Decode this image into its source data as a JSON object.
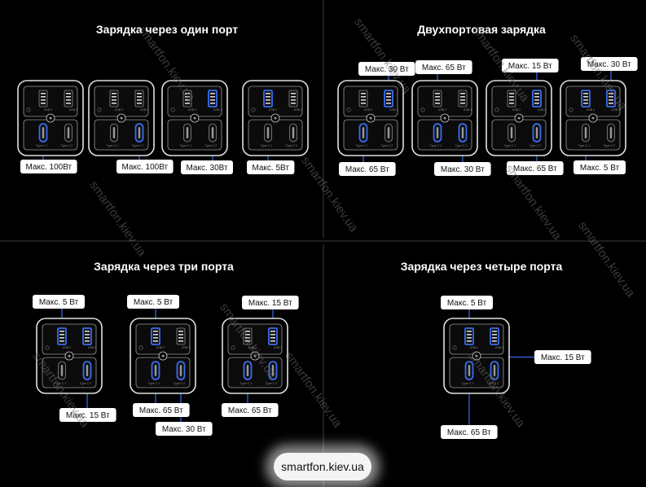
{
  "panels": [
    {
      "title": "Зарядка через один порт",
      "devices": [
        {
          "active": [
            "c1"
          ],
          "labels": [
            {
              "text": "Макс. 100Вт",
              "port": "c1"
            }
          ]
        },
        {
          "active": [
            "c2"
          ],
          "labels": [
            {
              "text": "Макс. 100Вт",
              "port": "c2"
            }
          ]
        },
        {
          "active": [
            "a2"
          ],
          "labels": [
            {
              "text": "Макс. 30Вт",
              "port": "a2"
            }
          ]
        },
        {
          "active": [
            "a1"
          ],
          "labels": [
            {
              "text": "Макс. 5Вт",
              "port": "a1"
            }
          ]
        }
      ]
    },
    {
      "title": "Двухпортовая зарядка",
      "devices": [
        {
          "active": [
            "a2",
            "c1"
          ],
          "labels": [
            {
              "text": "Макс. 30 Вт",
              "port": "a2"
            },
            {
              "text": "Макс. 65 Вт",
              "port": "c1"
            }
          ]
        },
        {
          "active": [
            "c1",
            "c2"
          ],
          "labels": [
            {
              "text": "Макс. 65 Вт",
              "port": "c1"
            },
            {
              "text": "Макс. 30 Вт",
              "port": "c2"
            }
          ]
        },
        {
          "active": [
            "a2",
            "c2"
          ],
          "labels": [
            {
              "text": "Макс. 15 Вт",
              "port": "a2"
            },
            {
              "text": "Макс. 65 Вт",
              "port": "c2"
            }
          ]
        },
        {
          "active": [
            "a1",
            "a2"
          ],
          "labels": [
            {
              "text": "Макс. 30 Вт",
              "port": "a2"
            },
            {
              "text": "Макс. 5 Вт",
              "port": "a1"
            }
          ]
        }
      ]
    },
    {
      "title": "Зарядка через три порта",
      "devices": [
        {
          "active": [
            "a1",
            "a2",
            "c2"
          ],
          "labels": [
            {
              "text": "Макс. 5 Вт",
              "port": "a1"
            },
            {
              "text": "Макс. 15 Вт",
              "port": "a2"
            }
          ]
        },
        {
          "active": [
            "a1",
            "c1",
            "c2"
          ],
          "labels": [
            {
              "text": "Макс. 5 Вт",
              "port": "a1"
            },
            {
              "text": "Макс. 65 Вт",
              "port": "c1"
            },
            {
              "text": "Макс. 30 Вт",
              "port": "c2"
            }
          ]
        },
        {
          "active": [
            "a2",
            "c1",
            "c2"
          ],
          "labels": [
            {
              "text": "Макс. 15 Вт",
              "port": "a2"
            },
            {
              "text": "Макс. 65 Вт",
              "port": "c1"
            }
          ]
        }
      ]
    },
    {
      "title": "Зарядка через четыре порта",
      "devices": [
        {
          "active": [
            "a1",
            "a2",
            "c1",
            "c2"
          ],
          "labels": [
            {
              "text": "Макс. 5 Вт",
              "port": "a1"
            },
            {
              "text": "Макс. 15 Вт",
              "port": "a2"
            },
            {
              "text": "Макс. 65 Вт",
              "port": "c1"
            }
          ]
        }
      ]
    }
  ],
  "port_labels": {
    "a1": "USB 2",
    "a2": "USB 1",
    "c1": "Type C 1",
    "c2": "Type C 2"
  },
  "watermark": "smartfon.kiev.ua",
  "footer": "smartfon.kiev.ua",
  "colors": {
    "background": "#000000",
    "accent": "#3a6cf0",
    "device_outline": "#e0e0e0",
    "divider": "#3c3c3c"
  }
}
